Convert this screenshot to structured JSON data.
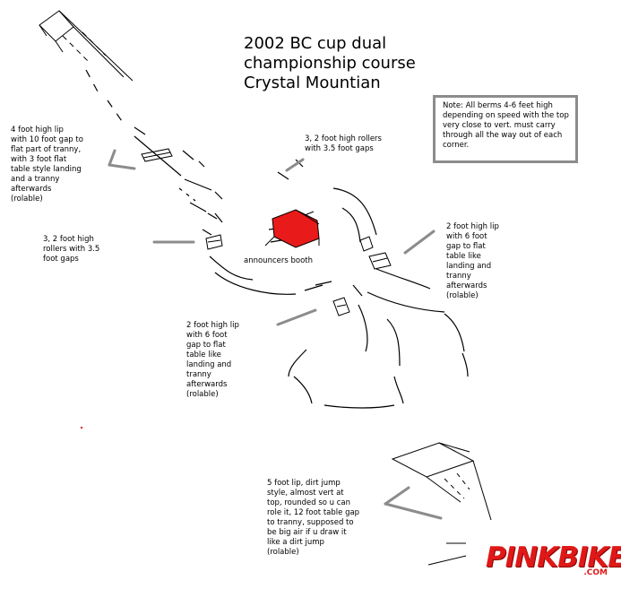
{
  "title": {
    "line1": "2002 BC cup dual",
    "line2": "championship course",
    "line3": "Crystal Mountian"
  },
  "note": "Note: All berms 4-6 feet high depending on speed with the top very close to vert. must carry through all the way out of each corner.",
  "labels": {
    "top_left": "4 foot high lip\nwith 10 foot gap to\nflat part of tranny,\nwith 3 foot flat\ntable style landing\nand a tranny\nafterwards\n(rolable)",
    "top_rollers": "3, 2 foot high rollers\nwith 3.5 foot gaps",
    "left_rollers": "3, 2 foot high\nrollers with 3.5\nfoot gaps",
    "right_lip": "2 foot high lip\nwith 6 foot\ngap to flat\ntable like\nlanding and\ntranny\nafterwards\n(rolable)",
    "middle_lip": "2 foot high lip\nwith 6 foot\ngap to flat\ntable like\nlanding and\ntranny\nafterwards\n(rolable)",
    "bottom_lip": "5 foot lip, dirt jump\nstyle, almost vert at\ntop, rounded so u can\nrole it, 12 foot table gap\nto tranny, supposed to\nbe big air if u draw it\nlike a dirt jump\n(rolable)"
  },
  "booth_label": "announcers booth",
  "logo": {
    "main": "PINKBIKE",
    "sub": ".COM"
  },
  "colors": {
    "booth": "#e81a1a",
    "pointer": "#8c8c8c",
    "logo": "#e01818"
  }
}
